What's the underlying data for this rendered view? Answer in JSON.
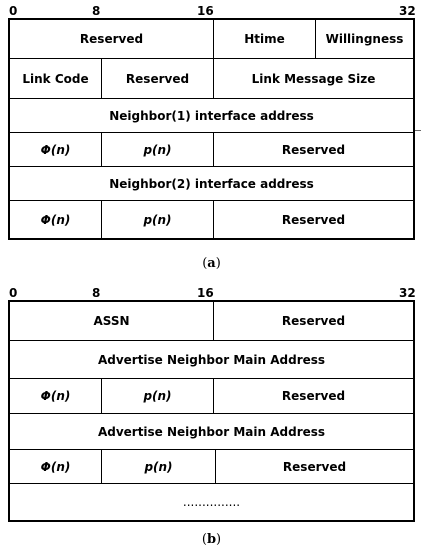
{
  "diagram_a": {
    "bit_labels": [
      "0",
      "8",
      "16",
      "32"
    ],
    "rows": [
      [
        {
          "text": "Reserved"
        },
        {
          "text": "Htime"
        },
        {
          "text": "Willingness"
        }
      ],
      [
        {
          "text": "Link Code"
        },
        {
          "text": "Reserved"
        },
        {
          "text": "Link Message Size"
        }
      ],
      [
        {
          "text": "Neighbor(1) interface address"
        }
      ],
      [
        {
          "text": "Φ(n)"
        },
        {
          "text": "p(n)"
        },
        {
          "text": "Reserved"
        }
      ],
      [
        {
          "text": "Neighbor(2) interface address"
        }
      ],
      [
        {
          "text": "Φ(n)"
        },
        {
          "text": "p(n)"
        },
        {
          "text": "Reserved"
        }
      ]
    ],
    "caption_open": "(",
    "caption_letter": "a",
    "caption_close": ")"
  },
  "diagram_b": {
    "bit_labels": [
      "0",
      "8",
      "16",
      "32"
    ],
    "rows": [
      [
        {
          "text": "ASSN"
        },
        {
          "text": "Reserved"
        }
      ],
      [
        {
          "text": "Advertise  Neighbor Main Address"
        }
      ],
      [
        {
          "text": "Φ(n)"
        },
        {
          "text": "p(n)"
        },
        {
          "text": "Reserved"
        }
      ],
      [
        {
          "text": "Advertise  Neighbor Main Address"
        }
      ],
      [
        {
          "text": "Φ(n)"
        },
        {
          "text": "p(n)"
        },
        {
          "text": "Reserved"
        }
      ],
      [
        {
          "text": "..............."
        }
      ]
    ],
    "caption_open": "(",
    "caption_letter": "b",
    "caption_close": ")"
  }
}
